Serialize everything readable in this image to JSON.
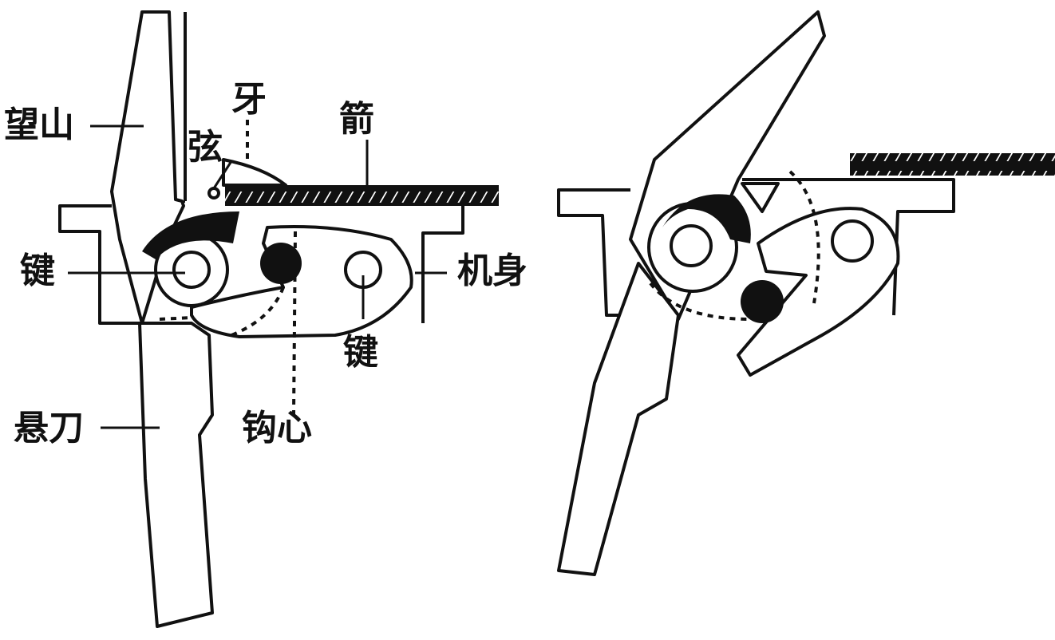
{
  "labels": {
    "wangshan": "望山",
    "ya": "牙",
    "xian": "弦",
    "jian_arrow": "箭",
    "jian_key_left": "键",
    "jishen": "机身",
    "jian_key_bottom": "键",
    "xuandao": "悬刀",
    "gouxin": "钩心"
  },
  "colors": {
    "ink": "#111111",
    "paper": "#ffffff"
  }
}
